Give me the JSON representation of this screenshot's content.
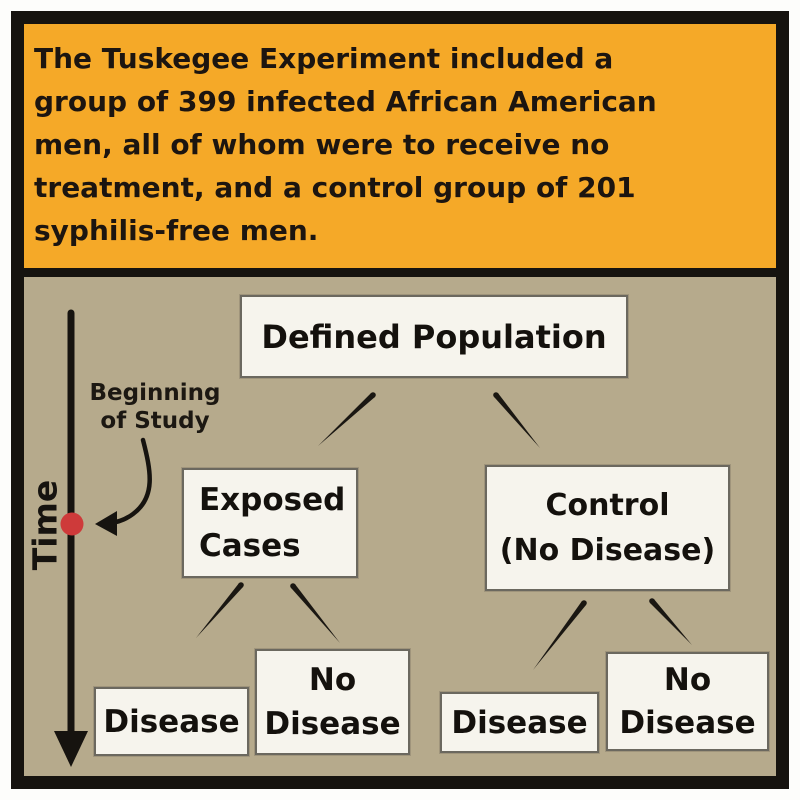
{
  "header": {
    "background_color": "#F5A928",
    "lines": [
      "The Tuskegee Experiment included a",
      "group of 399 infected African American",
      "men, all of whom were to receive no",
      "treatment, and a control group of 201",
      "syphilis-free men."
    ]
  },
  "diagram": {
    "background_color": "#B6AA8C",
    "box_color": "#F6F4ED",
    "frame_color": "#16130f",
    "time_axis": {
      "label": "Time"
    },
    "study_start": {
      "lines": [
        "Beginning",
        "of Study"
      ],
      "marker_color": "#CE3A3A"
    },
    "nodes": {
      "defined_population": {
        "label": "Defined Population"
      },
      "exposed_cases": {
        "lines": [
          "Exposed",
          "Cases"
        ]
      },
      "control": {
        "lines": [
          "Control",
          "(No Disease)"
        ]
      },
      "exposed_disease": {
        "label": "Disease"
      },
      "exposed_no_disease": {
        "lines": [
          "No",
          "Disease"
        ]
      },
      "control_disease": {
        "label": "Disease"
      },
      "control_no_disease": {
        "lines": [
          "No",
          "Disease"
        ]
      }
    }
  }
}
